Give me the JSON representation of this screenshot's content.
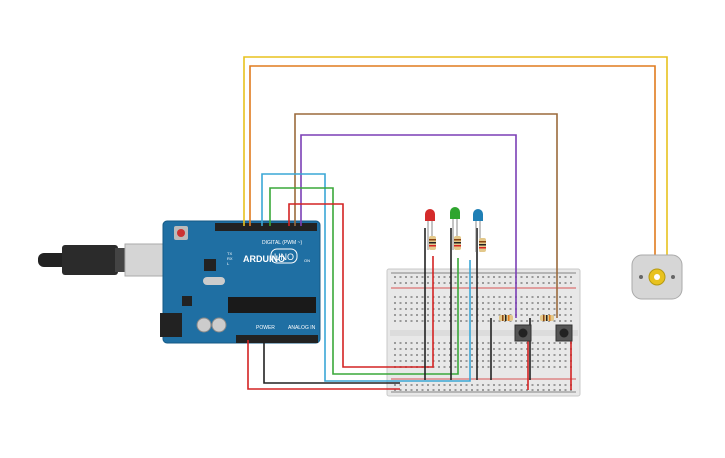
{
  "arduino": {
    "brand": "ARDUINO",
    "model": "UNO",
    "digital_label": "DIGITAL (PWM ~)",
    "power_label": "POWER",
    "analog_label": "ANALOG IN",
    "tx_label": "TX",
    "rx_label": "RX",
    "on_label": "ON",
    "l_label": "L"
  },
  "leds": [
    {
      "color": "#d42b2b",
      "name": "red"
    },
    {
      "color": "#2fa52f",
      "name": "green"
    },
    {
      "color": "#1f7fb5",
      "name": "blue"
    }
  ],
  "wire_colors": {
    "yellow": "#e8c21e",
    "orange": "#e07b1e",
    "brown": "#9b6a3c",
    "purple": "#7b3fb5",
    "lightblue": "#3aa7d6",
    "green": "#3aa83a",
    "red": "#d42323",
    "black": "#222222"
  }
}
